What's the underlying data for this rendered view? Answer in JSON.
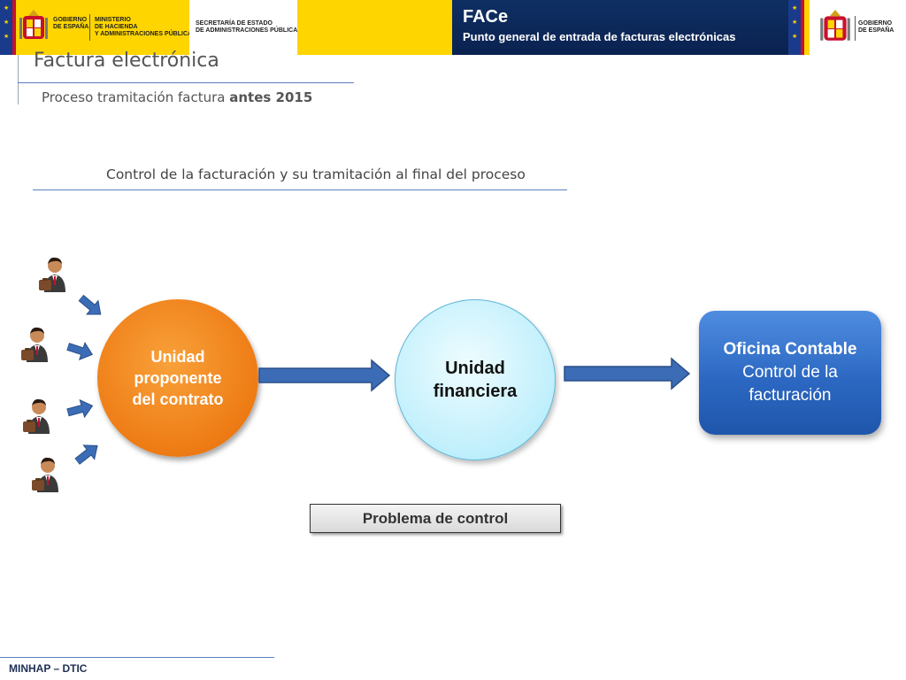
{
  "header": {
    "logo_left_gov_line1": "GOBIERNO",
    "logo_left_gov_line2": "DE ESPAÑA",
    "ministry_line1": "MINISTERIO",
    "ministry_line2": "DE HACIENDA",
    "ministry_line3": "Y ADMINISTRACIONES PÚBLICAS",
    "secretaria_line1": "SECRETARÍA DE ESTADO",
    "secretaria_line2": "DE ADMINISTRACIONES PÚBLICAS",
    "face_title": "FACe",
    "face_subtitle": "Punto general de entrada de facturas electrónicas",
    "logo_right_gov_line1": "GOBIERNO",
    "logo_right_gov_line2": "DE ESPAÑA",
    "colors": {
      "yellow": "#ffd500",
      "navy": "#0f2f63",
      "spain_red": "#c8102e",
      "eu_blue": "#1a3a8c"
    }
  },
  "page": {
    "title": "Factura electrónica",
    "subtitle_prefix": "Proceso tramitación factura ",
    "subtitle_bold": "antes 2015",
    "section_heading": "Control de la facturación y su tramitación al final del proceso"
  },
  "diagram": {
    "people": [
      {
        "icon": "businessman-icon"
      },
      {
        "icon": "businessman-icon"
      },
      {
        "icon": "businessman-icon"
      },
      {
        "icon": "businessman-icon"
      }
    ],
    "nodes": {
      "orange": {
        "line1": "Unidad",
        "line2": "proponente",
        "line3": "del contrato",
        "color": "#ee7b14"
      },
      "cyan": {
        "line1": "Unidad",
        "line2": "financiera",
        "color": "#bfeffc"
      },
      "blue": {
        "title": "Oficina Contable",
        "line1": "Control de la",
        "line2": "facturación",
        "color": "#2c68c2"
      }
    },
    "problem_label": "Problema de control"
  },
  "footer": {
    "text": "MINHAP – DTIC"
  }
}
